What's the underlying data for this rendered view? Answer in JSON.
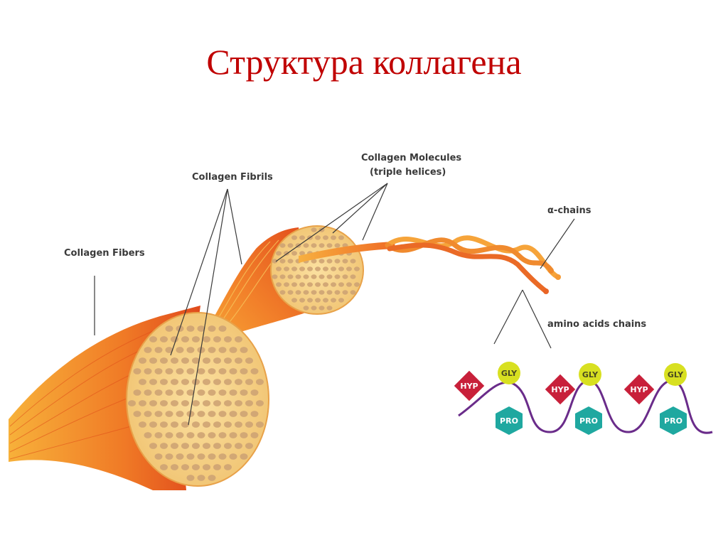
{
  "title": "Структура коллагена",
  "labels": {
    "fibers": "Collagen Fibers",
    "fibrils": "Collagen Fibrils",
    "molecules_1": "Collagen Molecules",
    "molecules_2": "(triple helices)",
    "alpha": "α-chains",
    "amino": "amino acids chains"
  },
  "amino_acids": {
    "hyp": "HYP",
    "gly": "GLY",
    "pro": "PRO"
  },
  "colors": {
    "title": "#c00000",
    "fiber_dark": "#e8501c",
    "fiber_light": "#f7a531",
    "cross_section": "#f5d48a",
    "fibril_dot": "#cfa474",
    "hyp": "#c8203a",
    "gly": "#d8e021",
    "pro": "#1fa8a0",
    "chain": "#6a2c8a"
  }
}
